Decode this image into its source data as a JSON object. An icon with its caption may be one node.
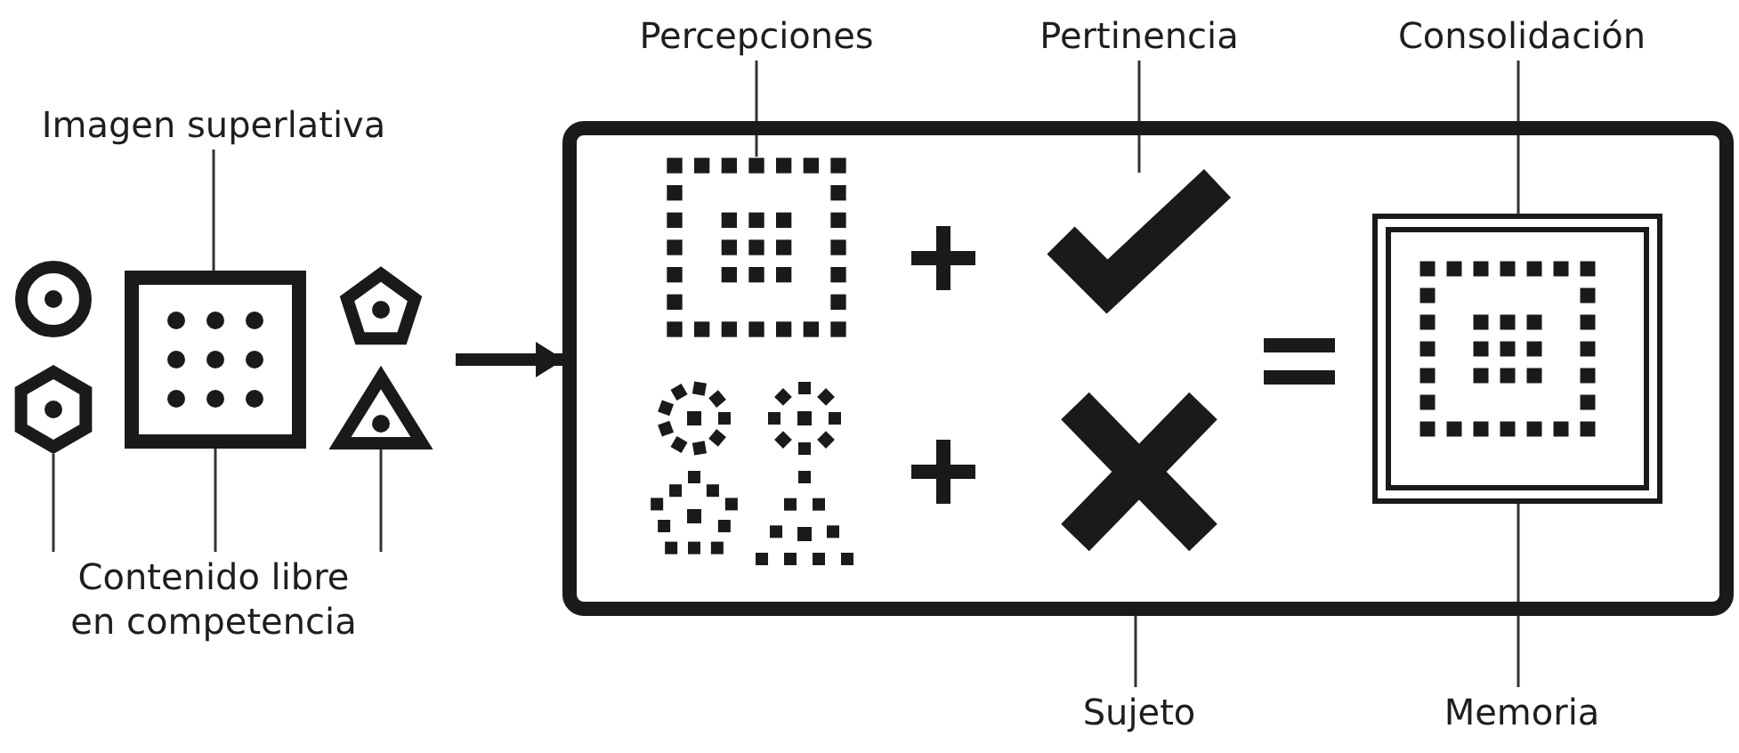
{
  "diagram": {
    "nodes": [
      {
        "text": [
          "Imagen superlativa"
        ]
      },
      {
        "text": [],
        "shape": "box"
      },
      {
        "text": [],
        "shape": "circle"
      },
      {
        "text": [],
        "shape": "hexagon"
      },
      {
        "text": [],
        "shape": "pentagon"
      },
      {
        "text": [],
        "shape": "triangle"
      },
      {
        "text": [
          "Contenido libre en competencia"
        ]
      },
      {
        "text": [],
        "shape": "box"
      },
      {
        "text": [
          "Percepciones"
        ]
      },
      {
        "text": [],
        "shape": "box",
        "in": 7
      },
      {
        "text": [
          "Pertinencia"
        ]
      },
      {
        "text": [],
        "shape": "picture",
        "in": 7
      },
      {
        "text": [],
        "shape": "box",
        "in": 7
      },
      {
        "text": [
          "Consolidación"
        ]
      },
      {
        "text": [
          "Memoria"
        ]
      },
      {
        "text": [
          "Sujeto"
        ]
      }
    ],
    "edges": [
      {
        "from": 0,
        "to": 1,
        "arrow": "none"
      },
      {
        "from": 6,
        "to": 3,
        "arrow": "none"
      },
      {
        "from": 6,
        "to": 1,
        "arrow": "none"
      },
      {
        "from": 6,
        "to": 5,
        "arrow": "none"
      },
      {
        "from": null,
        "to": 7,
        "arrow": "to",
        "style": "thick"
      },
      {
        "from": 8,
        "to": 9,
        "arrow": "none"
      },
      {
        "from": 10,
        "to": 11,
        "arrow": "none"
      },
      {
        "from": 13,
        "to": 12,
        "arrow": "none"
      },
      {
        "from": 14,
        "to": 12,
        "arrow": "none"
      },
      {
        "from": 15,
        "to": 7,
        "arrow": "none"
      }
    ]
  }
}
